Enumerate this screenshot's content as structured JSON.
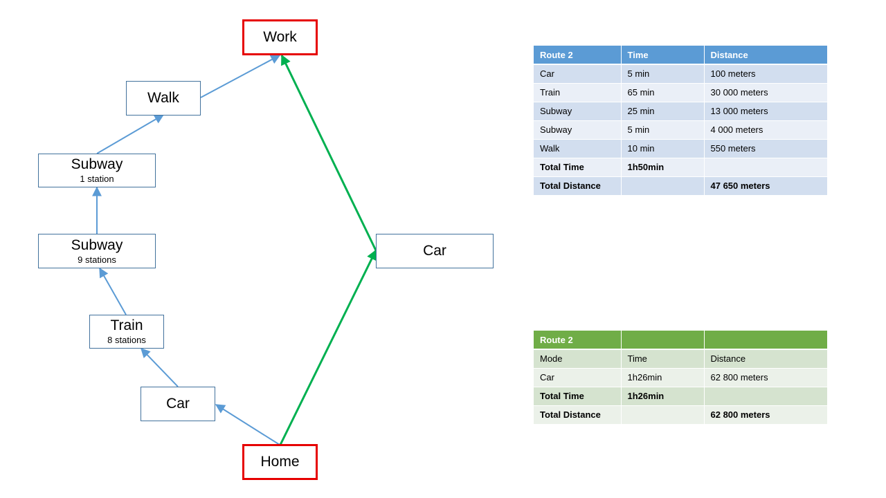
{
  "colors": {
    "route1_arrow": "#5b9bd5",
    "route2_arrow": "#00b050",
    "endpoint_border": "#e60000",
    "node_border": "#41719c",
    "table_blue_header": "#5b9bd5",
    "table_green_header": "#70ad47"
  },
  "nodes": {
    "work": {
      "label": "Work"
    },
    "walk": {
      "label": "Walk"
    },
    "subway1": {
      "label": "Subway",
      "sub": "1 station"
    },
    "subway9": {
      "label": "Subway",
      "sub": "9 stations"
    },
    "train": {
      "label": "Train",
      "sub": "8 stations"
    },
    "car_left": {
      "label": "Car"
    },
    "car_right": {
      "label": "Car"
    },
    "home": {
      "label": "Home"
    }
  },
  "table_blue": {
    "header": [
      "Route 2",
      "Time",
      "Distance"
    ],
    "rows": [
      [
        "Car",
        "5 min",
        "100 meters"
      ],
      [
        "Train",
        "65 min",
        "30 000 meters"
      ],
      [
        "Subway",
        "25 min",
        "13 000 meters"
      ],
      [
        "Subway",
        "5 min",
        "4 000 meters"
      ],
      [
        "Walk",
        "10 min",
        "550 meters"
      ],
      [
        "Total Time",
        "1h50min",
        ""
      ],
      [
        "Total Distance",
        "",
        "47 650 meters"
      ]
    ]
  },
  "table_green": {
    "header": [
      "Route 2",
      "",
      ""
    ],
    "rows": [
      [
        "Mode",
        "Time",
        "Distance"
      ],
      [
        "Car",
        "1h26min",
        "62 800 meters"
      ],
      [
        "Total Time",
        "1h26min",
        ""
      ],
      [
        "Total Distance",
        "",
        "62 800 meters"
      ]
    ]
  }
}
